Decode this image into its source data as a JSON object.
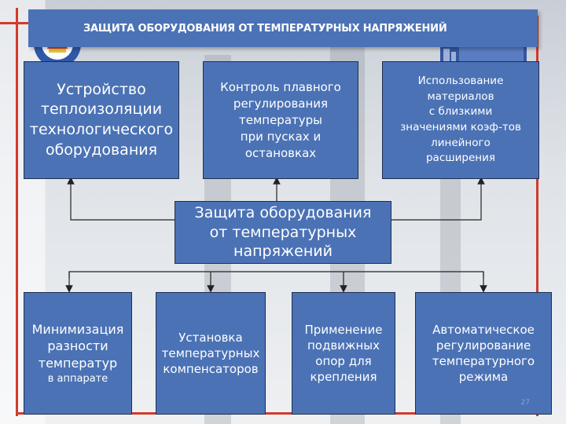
{
  "title": "ЗАЩИТА ОБОРУДОВАНИЯ ОТ ТЕМПЕРАТУРНЫХ НАПРЯЖЕНИЙ",
  "center": "Защита оборудования\nот температурных\nнапряжений",
  "top_boxes": [
    "Устройство\nтеплоизоляции\nтехнологического\nоборудования",
    "Контроль плавного\nрегулирования\nтемпературы\nпри  пусках и\nостановках",
    "Использование\nматериалов\nс близкими\nзначениями коэф-тов\nлинейного\nрасширения"
  ],
  "bottom_boxes": [
    "Минимизация\nразности\nтемператур",
    "Установка\nтемпературных\nкомпенсаторов",
    "Применение\nподвижных\nопор для\nкрепления",
    "Автоматическое\nрегулирование\nтемпературного\nрежима"
  ],
  "bottom_box_1_sub": "в аппарате",
  "page_number": "27",
  "colors": {
    "box": "#4b72b5",
    "accent_red": "#d23a2b",
    "text": "#ffffff"
  }
}
